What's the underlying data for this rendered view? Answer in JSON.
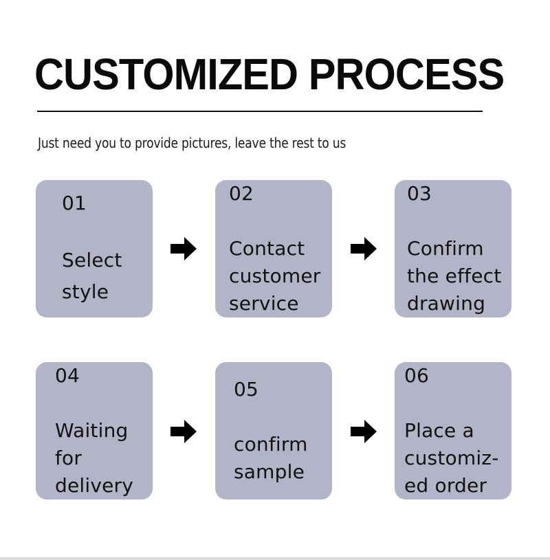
{
  "header": {
    "title": "CUSTOMIZED PROCESS",
    "subtitle": "Just need you to provide pictures, leave the rest to us"
  },
  "steps": [
    {
      "number": "01",
      "label": "Select\nstyle"
    },
    {
      "number": "02",
      "label": "Contact\ncustomer\nservice"
    },
    {
      "number": "03",
      "label": "Confirm\nthe effect\ndrawing"
    },
    {
      "number": "04",
      "label": "Waiting\nfor\ndelivery"
    },
    {
      "number": "05",
      "label": "confirm\nsample"
    },
    {
      "number": "06",
      "label": "Place a\ncustomiz-\ned order"
    }
  ],
  "icons": {
    "arrow": "arrow-right-icon"
  },
  "colors": {
    "card_bg": "#b4b4c9",
    "text": "#111111",
    "background": "#ffffff"
  }
}
